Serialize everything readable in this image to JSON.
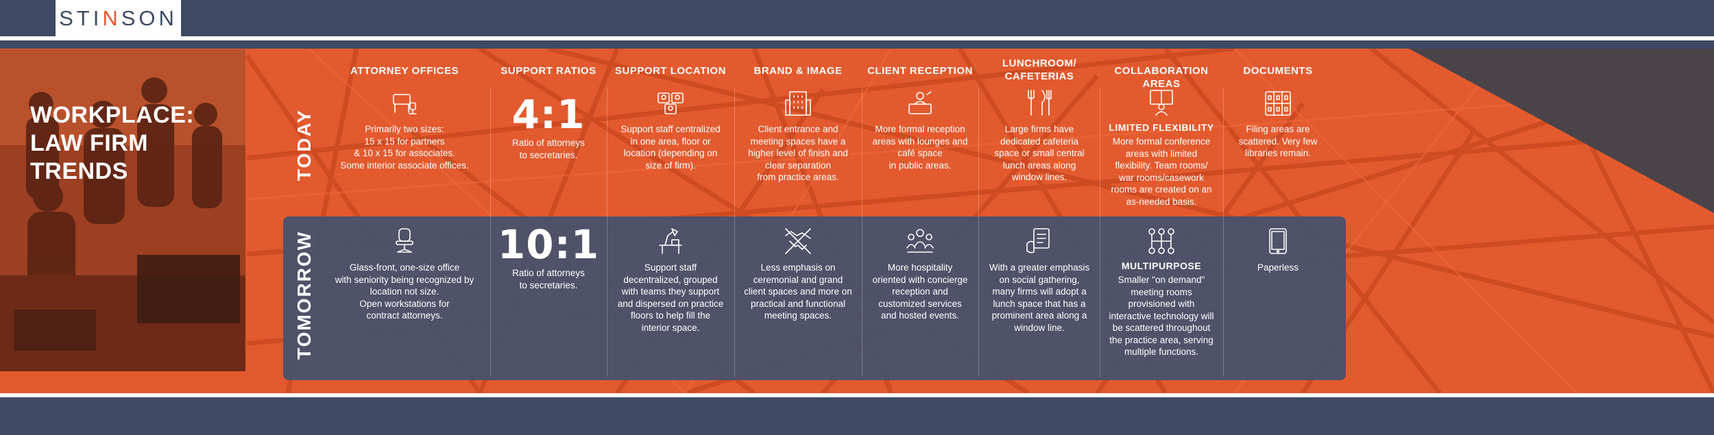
{
  "brand": {
    "logo_prefix": "STI",
    "logo_accent": "N",
    "logo_suffix": "SON"
  },
  "title_lines": [
    "WORKPLACE:",
    "LAW FIRM",
    "TRENDS"
  ],
  "row_labels": {
    "today": "TODAY",
    "tomorrow": "TOMORROW"
  },
  "colors": {
    "orange": "#e35a2e",
    "navy": "#3e4a63",
    "panel": "#4a526a",
    "white": "#ffffff"
  },
  "columns": [
    {
      "header": "ATTORNEY OFFICES",
      "today": {
        "icon": "office-chair-desk-icon",
        "text": "Primarily two sizes:\n15 x 15 for partners\n& 10 x 15 for associates.\nSome interior associate offices."
      },
      "tomorrow": {
        "icon": "office-chair-icon",
        "text": "Glass-front, one-size office\nwith seniority being recognized by\nlocation not size.\nOpen workstations for\ncontract attorneys."
      }
    },
    {
      "header": "SUPPORT RATIOS",
      "today": {
        "big": "4:1",
        "text": "Ratio of attorneys\nto secretaries."
      },
      "tomorrow": {
        "big": "10:1",
        "text": "Ratio of attorneys\nto secretaries."
      }
    },
    {
      "header": "SUPPORT LOCATION",
      "today": {
        "icon": "people-group-icon",
        "text": "Support staff centralized\nin one area, floor or\nlocation (depending on\nsize of firm)."
      },
      "tomorrow": {
        "icon": "desk-lamp-icon",
        "text": "Support staff\ndecentralized, grouped\nwith teams they support\nand dispersed on practice\nfloors to help fill the\ninterior space."
      }
    },
    {
      "header": "BRAND & IMAGE",
      "today": {
        "icon": "building-icon",
        "text": "Client entrance and\nmeeting spaces have a\nhigher level of finish and\nclear separation\nfrom practice areas."
      },
      "tomorrow": {
        "icon": "handshake-icon",
        "text": "Less emphasis on\nceremonial and grand\nclient spaces and more on\npractical and functional\nmeeting spaces."
      }
    },
    {
      "header": "CLIENT RECEPTION",
      "today": {
        "icon": "reception-desk-icon",
        "text": "More formal reception\nareas with lounges and\ncafé space\nin public areas."
      },
      "tomorrow": {
        "icon": "concierge-people-icon",
        "text": "More hospitality\noriented with concierge\nreception and\ncustomized services\nand hosted events."
      }
    },
    {
      "header": "LUNCHROOM/\nCAFETERIAS",
      "today": {
        "icon": "cutlery-icon",
        "text": "Large firms have\ndedicated cafeteria\nspace or small central\nlunch areas along\nwindow lines."
      },
      "tomorrow": {
        "icon": "menu-hand-icon",
        "text": "With a greater emphasis\non social gathering,\nmany firms will adopt a\nlunch space that has a\nprominent area along a\nwindow line."
      }
    },
    {
      "header": "COLLABORATION AREAS",
      "today": {
        "icon": "presenter-icon",
        "subhead": "LIMITED FLEXIBILITY",
        "text": "More formal conference\nareas with limited\nflexibility. Team rooms/\nwar rooms/casework\nrooms are created on an\nas-needed basis."
      },
      "tomorrow": {
        "icon": "network-nodes-icon",
        "subhead": "MULTIPURPOSE",
        "text": "Smaller \"on demand\"\nmeeting rooms\nprovisioned with\ninteractive technology will\nbe scattered throughout\nthe practice area, serving\nmultiple functions."
      }
    },
    {
      "header": "DOCUMENTS",
      "today": {
        "icon": "filing-cabinet-icon",
        "text": "Filing areas are\nscattered. Very few\nlibraries remain."
      },
      "tomorrow": {
        "icon": "tablet-icon",
        "text": "Paperless"
      }
    }
  ]
}
